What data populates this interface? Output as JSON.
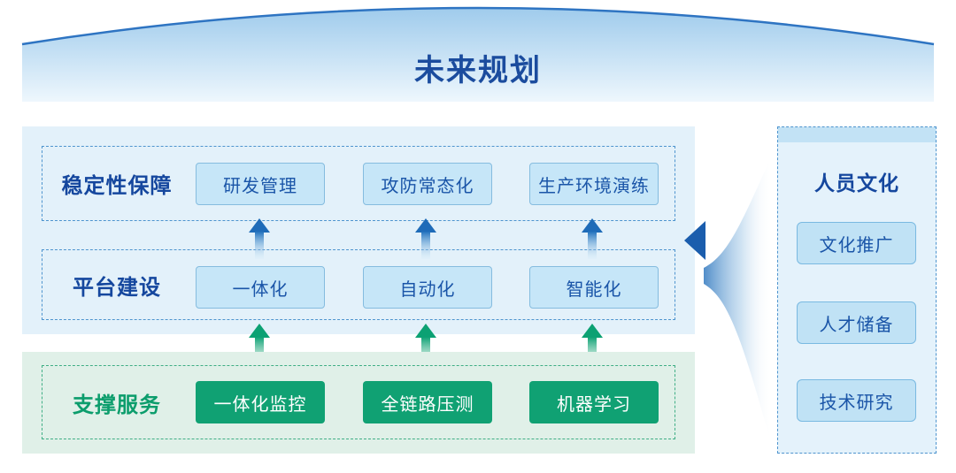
{
  "banner": {
    "title": "未来规划"
  },
  "main": {
    "rows": [
      {
        "label": "稳定性保障",
        "items": [
          "研发管理",
          "攻防常态化",
          "生产环境演练"
        ]
      },
      {
        "label": "平台建设",
        "items": [
          "一体化",
          "自动化",
          "智能化"
        ]
      }
    ],
    "support": {
      "label": "支撑服务",
      "items": [
        "一体化监控",
        "全链路压测",
        "机器学习"
      ]
    }
  },
  "side": {
    "title": "人员文化",
    "items": [
      "文化推广",
      "人才储备",
      "技术研究"
    ]
  },
  "colors": {
    "title_text": "#1B4C9E",
    "panel_blue_bg": "#E3F1FA",
    "box_blue_fill": "#C6E6F8",
    "box_blue_border": "#85BCDF",
    "box_blue_text": "#1A55A8",
    "dashed_blue": "#4E94CE",
    "arrow_blue": "#1E6BB8",
    "panel_green_bg": "#E0F0E8",
    "green_fill": "#10A173",
    "green_label": "#0C9D6C",
    "dashed_green": "#3FAE85",
    "funnel_blue": "#4787C6",
    "funnel_arrowhead": "#1A5DAD"
  }
}
